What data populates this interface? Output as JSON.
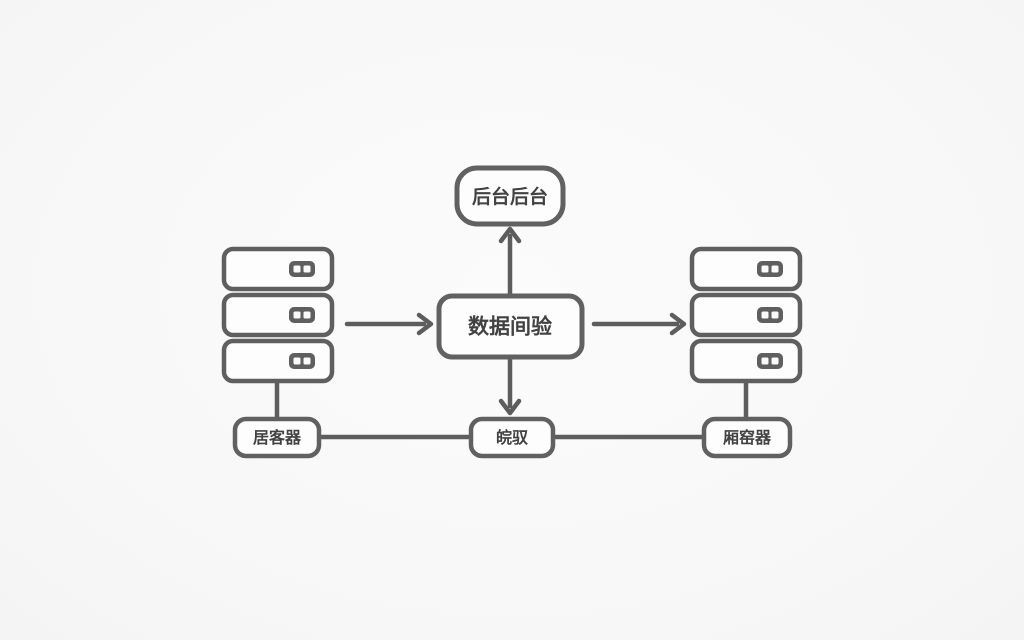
{
  "diagram": {
    "background": "#f8f8f8",
    "stroke_color": "#5d5d5d",
    "text_color": "#424242",
    "nodes": {
      "backend_top": {
        "label": "后台后台"
      },
      "data_hub_center": {
        "label": "数据间验"
      },
      "server_bottom_left": {
        "label": "居客器"
      },
      "inspect_bottom_center": {
        "label": "皖驭"
      },
      "server_bottom_right": {
        "label": "厢窑器"
      }
    },
    "server_stacks": {
      "left": {
        "units": 3,
        "icon": "drive-bay-icon"
      },
      "right": {
        "units": 3,
        "icon": "drive-bay-icon"
      }
    },
    "edges": [
      {
        "from": "left-server-stack",
        "to": "data-hub-center",
        "type": "arrow-right"
      },
      {
        "from": "data-hub-center",
        "to": "right-server-stack",
        "type": "arrow-right"
      },
      {
        "from": "data-hub-center",
        "to": "backend-top",
        "type": "arrow-up"
      },
      {
        "from": "data-hub-center",
        "to": "inspect-bottom-center",
        "type": "arrow-down"
      },
      {
        "from": "left-server-stack",
        "to": "server-bottom-left",
        "type": "line"
      },
      {
        "from": "right-server-stack",
        "to": "server-bottom-right",
        "type": "line"
      },
      {
        "from": "server-bottom-left",
        "to": "inspect-bottom-center",
        "type": "line"
      },
      {
        "from": "inspect-bottom-center",
        "to": "server-bottom-right",
        "type": "line"
      }
    ]
  }
}
